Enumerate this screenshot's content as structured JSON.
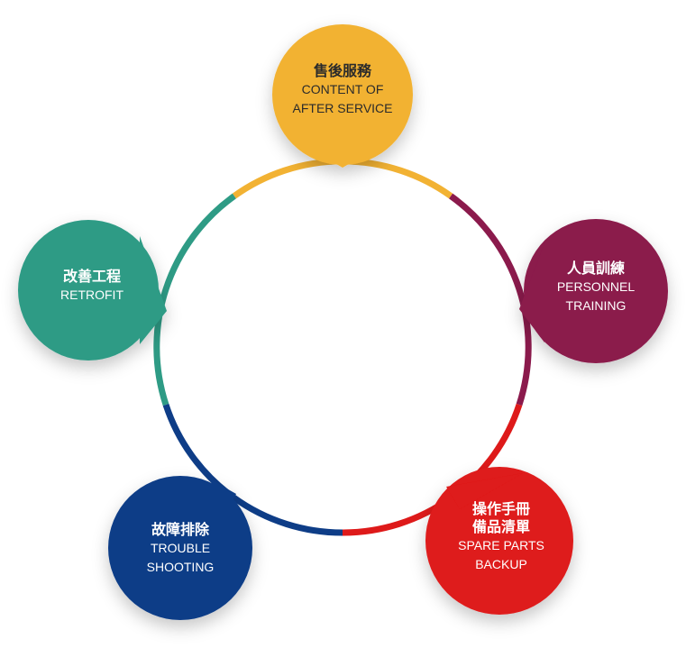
{
  "colors": {
    "yellow": "#F2B233",
    "purple": "#8B1A4C",
    "red": "#DE1A1A",
    "blue": "#0E3D87",
    "teal": "#2E9B85"
  },
  "nodes": {
    "after_service": {
      "zh": "售後服務",
      "en1": "CONTENT OF",
      "en2": "AFTER SERVICE"
    },
    "personnel_training": {
      "zh": "人員訓練",
      "en1": "PERSONNEL",
      "en2": "TRAINING"
    },
    "spare_parts": {
      "zh1": "操作手冊",
      "zh2": "備品清單",
      "en1": "SPARE PARTS",
      "en2": "BACKUP"
    },
    "troubleshooting": {
      "zh": "故障排除",
      "en1": "TROUBLE",
      "en2": "SHOOTING"
    },
    "retrofit": {
      "zh": "改善工程",
      "en1": "RETROFIT"
    }
  }
}
